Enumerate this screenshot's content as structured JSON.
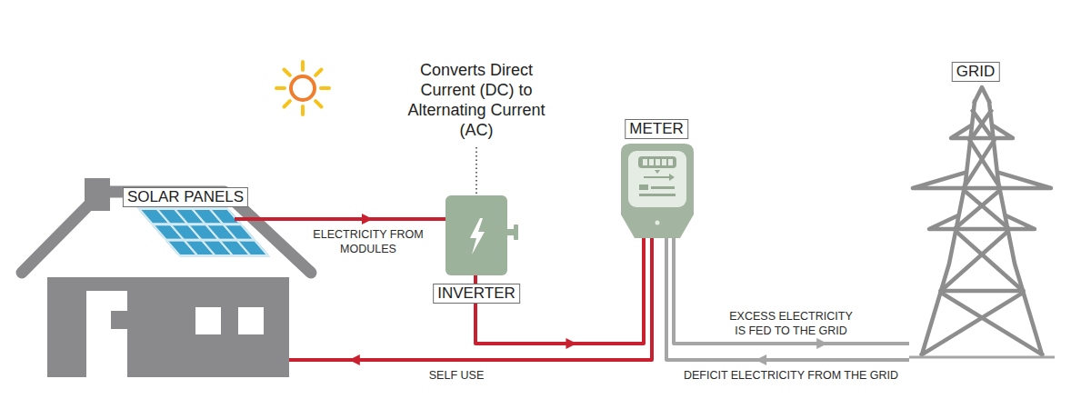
{
  "diagram": {
    "nodes": [
      {
        "text": [
          "SOLAR PANELS"
        ]
      },
      {
        "text": [
          "INVERTER"
        ]
      },
      {
        "text": [
          "METER"
        ]
      },
      {
        "text": [
          "GRID"
        ]
      }
    ],
    "edges": [
      {
        "from": 0,
        "to": 1,
        "label": "ELECTRICITY FROM MODULES",
        "arrow": "to"
      },
      {
        "from": 1,
        "to": 2,
        "arrow": "to"
      },
      {
        "from": 2,
        "to": 0,
        "label": "SELF USE",
        "arrow": "to"
      },
      {
        "from": 2,
        "to": 3,
        "label": "EXCESS ELECTRICITY IS FED TO THE GRID",
        "arrow": "to"
      },
      {
        "from": 3,
        "to": 2,
        "label": "DEFICIT ELECTRICITY FROM THE GRID",
        "arrow": "to"
      }
    ],
    "labels": [
      "Converts Direct Current (DC) to Alternating Current (AC)"
    ]
  }
}
